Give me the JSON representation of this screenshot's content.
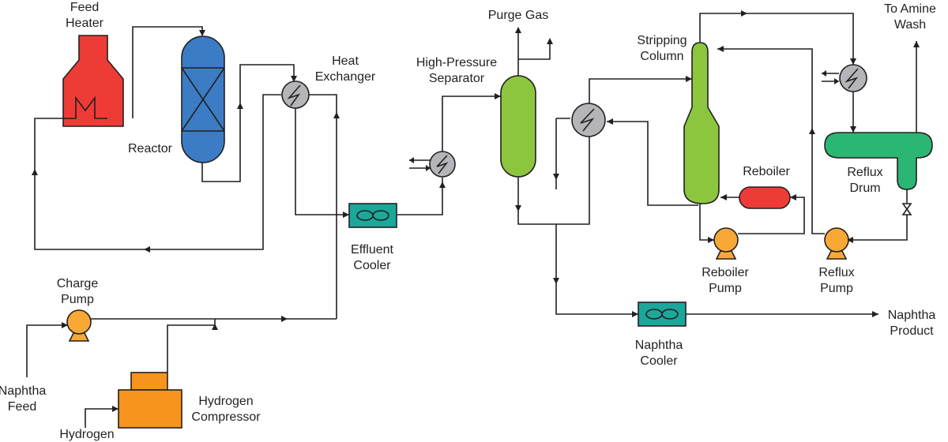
{
  "colors": {
    "heater": "#ee3b36",
    "reactor": "#3b7cc4",
    "exchanger": "#b3b5b8",
    "cooler": "#1aa89b",
    "column": "#8cc63f",
    "reboiler": "#ee3b36",
    "drum": "#2bb673",
    "pump": "#f7a835",
    "compressor": "#f7941d",
    "line": "#231f20"
  },
  "labels": {
    "feed_heater": [
      "Feed",
      "Heater"
    ],
    "reactor": [
      "Reactor"
    ],
    "heat_exchanger": [
      "Heat",
      "Exchanger"
    ],
    "effluent_cooler": [
      "Effluent",
      "Cooler"
    ],
    "purge_gas": [
      "Purge Gas"
    ],
    "hp_separator": [
      "High-Pressure",
      "Separator"
    ],
    "stripping_column": [
      "Stripping",
      "Column"
    ],
    "to_amine_wash": [
      "To Amine",
      "Wash"
    ],
    "reboiler": [
      "Reboiler"
    ],
    "reflux_drum": [
      "Reflux",
      "Drum"
    ],
    "reboiler_pump": [
      "Reboiler",
      "Pump"
    ],
    "reflux_pump": [
      "Reflux",
      "Pump"
    ],
    "naphtha_cooler": [
      "Naphtha",
      "Cooler"
    ],
    "naphtha_product": [
      "Naphtha",
      "Product"
    ],
    "charge_pump": [
      "Charge",
      "Pump"
    ],
    "naphtha_feed": [
      "Naphtha",
      "Feed"
    ],
    "hydrogen_compressor": [
      "Hydrogen",
      "Compressor"
    ],
    "hydrogen": [
      "Hydrogen"
    ]
  }
}
